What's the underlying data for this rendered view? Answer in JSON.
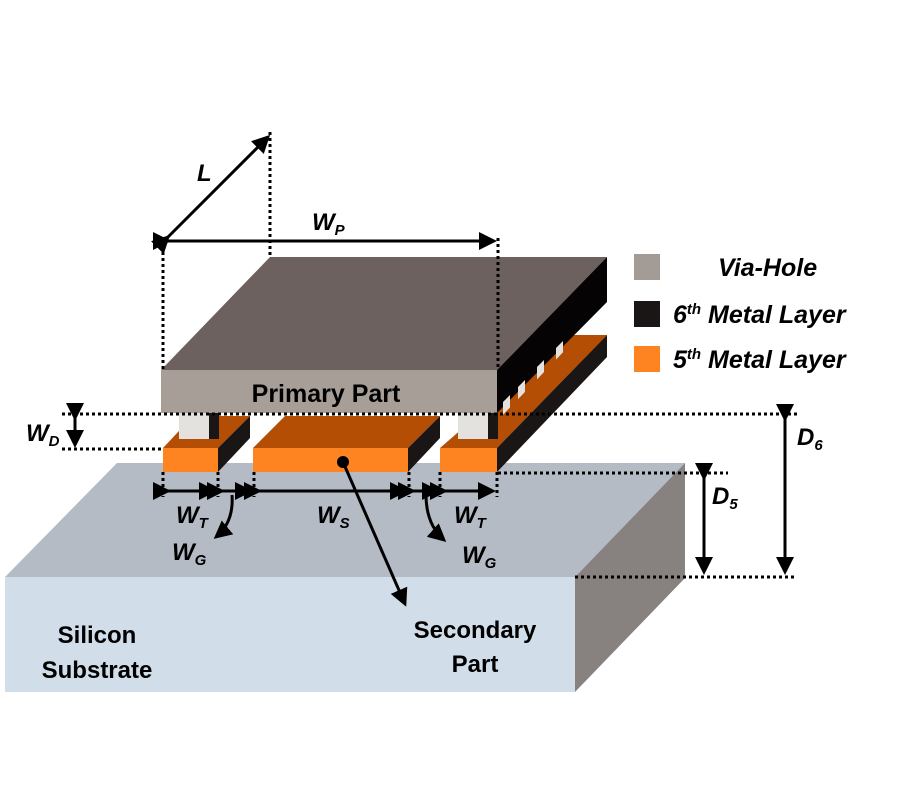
{
  "colors": {
    "via_hole": "#a39c96",
    "via_hole_light": "#e4e2de",
    "metal6": "#1b1616",
    "metal5_front": "#fd8421",
    "metal5_top": "#b44e04",
    "primary_top": "#6c615f",
    "primary_front": "#a79e98",
    "primary_side": "#050303",
    "substrate_top": "#b5bbc5",
    "substrate_front": "#d1dde9",
    "substrate_side": "#878280"
  },
  "legend": {
    "items": [
      {
        "label": "Via-Hole",
        "sup": "",
        "color_key": "via_hole"
      },
      {
        "label": " Metal Layer",
        "prefix": "6",
        "sup": "th",
        "color_key": "metal6"
      },
      {
        "label": " Metal Layer",
        "prefix": "5",
        "sup": "th",
        "color_key": "metal5_front"
      }
    ]
  },
  "labels": {
    "primary_part": "Primary Part",
    "secondary_part_line1": "Secondary",
    "secondary_part_line2": "Part",
    "substrate_line1": "Silicon",
    "substrate_line2": "Substrate"
  },
  "dimensions": {
    "L": {
      "main": "L",
      "sub": ""
    },
    "WP": {
      "main": "W",
      "sub": "P"
    },
    "WD": {
      "main": "W",
      "sub": "D"
    },
    "WT_left": {
      "main": "W",
      "sub": "T"
    },
    "WT_right": {
      "main": "W",
      "sub": "T"
    },
    "WS": {
      "main": "W",
      "sub": "S"
    },
    "WG_left": {
      "main": "W",
      "sub": "G"
    },
    "WG_right": {
      "main": "W",
      "sub": "G"
    },
    "D5": {
      "main": "D",
      "sub": "5"
    },
    "D6": {
      "main": "D",
      "sub": "6"
    }
  }
}
